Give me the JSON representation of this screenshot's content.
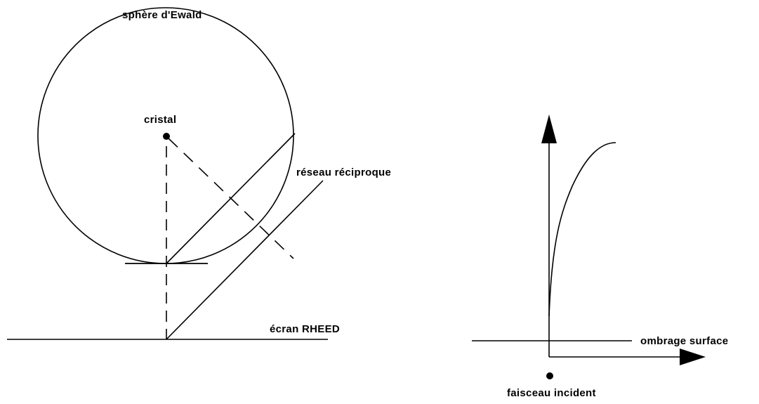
{
  "left_diagram": {
    "sphere_label": "sphère d'Ewald",
    "crystal_label": "cristal",
    "reciprocal_lattice_label": "réseau réciproque",
    "screen_label": "écran RHEED"
  },
  "right_diagram": {
    "shadowing_label": "ombrage surface",
    "incident_beam_label": "faisceau incident"
  },
  "colors": {
    "ink": "#000000",
    "background": "#ffffff"
  }
}
